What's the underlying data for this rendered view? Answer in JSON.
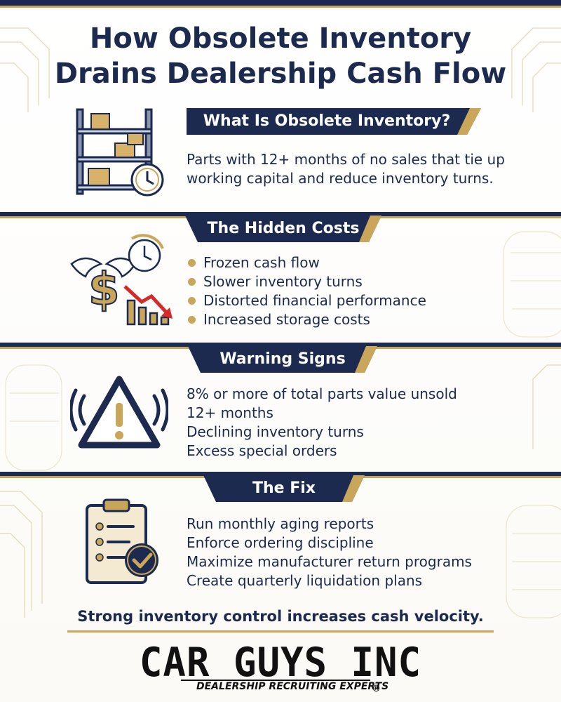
{
  "title": {
    "line1": "How Obsolete Inventory",
    "line2": "Drains Dealership Cash Flow"
  },
  "colors": {
    "navy": "#1b2a4e",
    "gold": "#c9a659",
    "white": "#ffffff"
  },
  "sections": {
    "what": {
      "heading": "What Is Obsolete Inventory?",
      "body_line1": "Parts with 12+ months of no sales that tie up",
      "body_line2": "working capital and reduce inventory turns.",
      "icon": "shelf-with-clock-icon"
    },
    "costs": {
      "heading": "The Hidden Costs",
      "items": [
        "Frozen cash flow",
        "Slower inventory turns",
        "Distorted financial performance",
        "Increased storage costs"
      ],
      "icon": "flying-money-declining-chart-icon"
    },
    "warning": {
      "heading": "Warning Signs",
      "items": [
        "8% or more of total parts value unsold",
        "12+ months",
        "Declining inventory turns",
        "Excess special orders"
      ],
      "icon": "warning-triangle-icon"
    },
    "fix": {
      "heading": "The Fix",
      "items": [
        "Run monthly aging reports",
        "Enforce ordering discipline",
        "Maximize manufacturer return programs",
        "Create quarterly liquidation plans"
      ],
      "icon": "clipboard-checkmark-icon"
    }
  },
  "tagline": "Strong inventory control increases cash velocity.",
  "logo": {
    "name": "CAR GUYS INC",
    "sub": "DEALERSHIP RECRUITING EXPERTS",
    "registered": "®"
  }
}
